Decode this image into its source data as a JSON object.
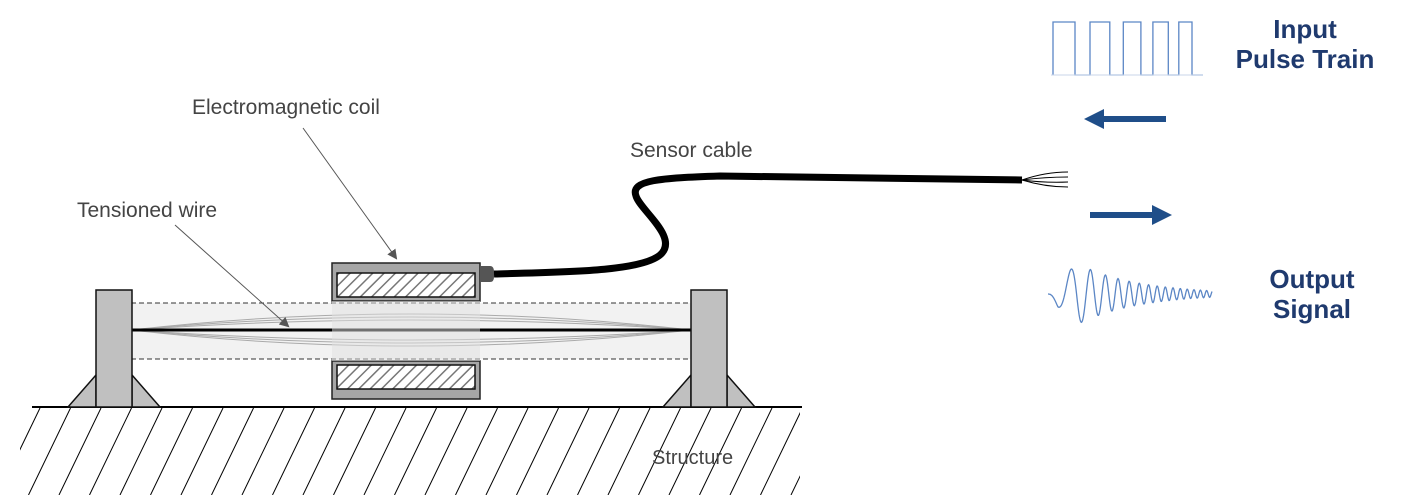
{
  "labels": {
    "coil": "Electromagnetic coil",
    "wire": "Tensioned wire",
    "cable": "Sensor cable",
    "structure": "Structure"
  },
  "legend": {
    "input_line1": "Input",
    "input_line2": "Pulse Train",
    "output_line1": "Output",
    "output_line2": "Signal"
  },
  "colors": {
    "accent": "#1f4e89",
    "signal": "#5b86c5",
    "text_blue": "#1f3a6e",
    "label_gray": "#444444",
    "support_fill": "#c0c0c0",
    "coil_fill": "#a6a6a6"
  },
  "icons": {
    "left_arrow": "arrow-left-icon",
    "right_arrow": "arrow-right-icon"
  }
}
